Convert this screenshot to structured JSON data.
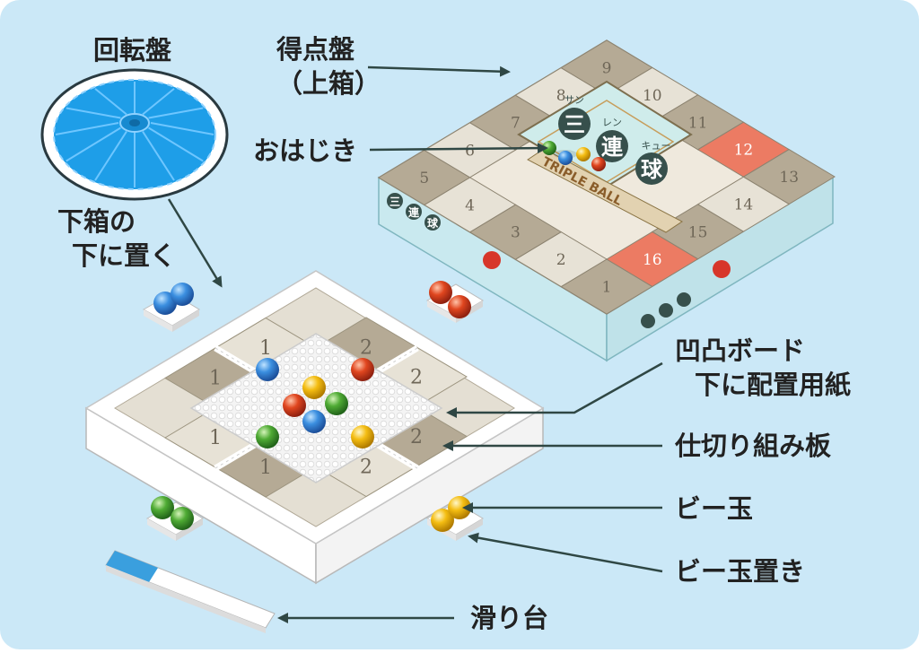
{
  "labels": {
    "turntable": "回転盤",
    "scoreboard_line1": "得点盤",
    "scoreboard_line2": "（上箱）",
    "marble_stand": "おはじき",
    "under_box_line1": "下箱の",
    "under_box_line2": "下に置く",
    "peg_board_line1": "凹凸ボード",
    "peg_board_line2": "下に配置用紙",
    "divider": "仕切り組み板",
    "marble": "ビー玉",
    "marble_holder": "ビー玉置き",
    "slide": "滑り台"
  },
  "box": {
    "title_ruby": [
      "サン",
      "レン",
      "キュー"
    ],
    "title_kanji": [
      "三",
      "連",
      "球"
    ],
    "subtitle": "TRIPLE BALL",
    "score_numbers": [
      "1",
      "2",
      "3",
      "4",
      "5",
      "6",
      "7",
      "8",
      "9",
      "10",
      "11",
      "12",
      "13",
      "14",
      "15",
      "16"
    ],
    "side_title": [
      "三",
      "連",
      "球"
    ]
  },
  "inner_board_numbers": [
    "1",
    "1",
    "1",
    "2",
    "2",
    "2",
    "2",
    "1"
  ],
  "colors": {
    "background": "#cbe8f7",
    "frame": "#ffffff",
    "tile_dark": "#b5aa95",
    "tile_light": "#e7e2d6",
    "tile_orange": "#ec7b63",
    "box_side": "#c9e9ef",
    "title_panel": "#cfeceb",
    "title_circle": "#37504c",
    "turntable": "#1e9ee8",
    "marble_blue": "#2f7fd0",
    "marble_red": "#d63a1f",
    "marble_yellow": "#f2b705",
    "marble_green": "#3e9a2a",
    "arrow": "#2f4744"
  }
}
